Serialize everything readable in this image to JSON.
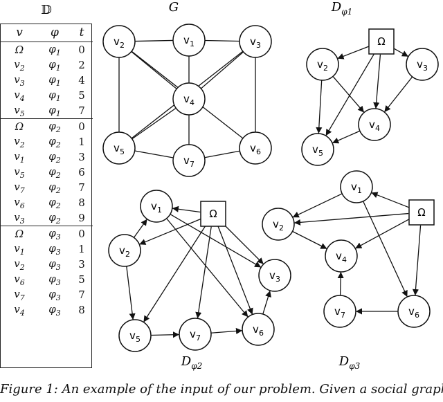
{
  "table": {
    "title": "𝔻",
    "headers": [
      "v",
      "φ",
      "t"
    ],
    "groups": [
      [
        [
          "Ω",
          "φ1",
          "0"
        ],
        [
          "v2",
          "φ1",
          "2"
        ],
        [
          "v3",
          "φ1",
          "4"
        ],
        [
          "v4",
          "φ1",
          "5"
        ],
        [
          "v5",
          "φ1",
          "7"
        ]
      ],
      [
        [
          "Ω",
          "φ2",
          "0"
        ],
        [
          "v2",
          "φ2",
          "1"
        ],
        [
          "v1",
          "φ2",
          "3"
        ],
        [
          "v5",
          "φ2",
          "6"
        ],
        [
          "v7",
          "φ2",
          "7"
        ],
        [
          "v6",
          "φ2",
          "8"
        ],
        [
          "v3",
          "φ2",
          "9"
        ]
      ],
      [
        [
          "Ω",
          "φ3",
          "0"
        ],
        [
          "v1",
          "φ3",
          "1"
        ],
        [
          "v2",
          "φ3",
          "3"
        ],
        [
          "v6",
          "φ3",
          "5"
        ],
        [
          "v7",
          "φ3",
          "7"
        ],
        [
          "v4",
          "φ3",
          "8"
        ]
      ]
    ]
  },
  "graphs": {
    "G": {
      "title": "G",
      "nodes": [
        "v2",
        "v1",
        "v3",
        "v4",
        "v5",
        "v7",
        "v6"
      ],
      "edges": [
        [
          "v2",
          "v1"
        ],
        [
          "v1",
          "v3"
        ],
        [
          "v2",
          "v5"
        ],
        [
          "v2",
          "v4"
        ],
        [
          "v2",
          "v6"
        ],
        [
          "v1",
          "v4"
        ],
        [
          "v3",
          "v4"
        ],
        [
          "v3",
          "v6"
        ],
        [
          "v4",
          "v5"
        ],
        [
          "v4",
          "v7"
        ],
        [
          "v5",
          "v7"
        ],
        [
          "v7",
          "v6"
        ],
        [
          "v3",
          "v5"
        ]
      ]
    },
    "D1": {
      "title": "D",
      "title_sub": "φ1",
      "nodes": [
        "Ω",
        "v2",
        "v3",
        "v4",
        "v5"
      ],
      "edges": [
        [
          "Ω",
          "v2"
        ],
        [
          "Ω",
          "v3"
        ],
        [
          "Ω",
          "v4"
        ],
        [
          "Ω",
          "v5"
        ],
        [
          "v2",
          "v4"
        ],
        [
          "v2",
          "v5"
        ],
        [
          "v3",
          "v4"
        ],
        [
          "v4",
          "v5"
        ]
      ]
    },
    "D2": {
      "title": "D",
      "title_sub": "φ2",
      "nodes": [
        "v1",
        "Ω",
        "v2",
        "v3",
        "v5",
        "v7",
        "v6"
      ],
      "edges": [
        [
          "Ω",
          "v1"
        ],
        [
          "Ω",
          "v2"
        ],
        [
          "Ω",
          "v3"
        ],
        [
          "Ω",
          "v5"
        ],
        [
          "Ω",
          "v7"
        ],
        [
          "Ω",
          "v6"
        ],
        [
          "v2",
          "v1"
        ],
        [
          "v2",
          "v5"
        ],
        [
          "v1",
          "v3"
        ],
        [
          "v1",
          "v6"
        ],
        [
          "v5",
          "v7"
        ],
        [
          "v7",
          "v6"
        ],
        [
          "v6",
          "v3"
        ]
      ]
    },
    "D3": {
      "title": "D",
      "title_sub": "φ3",
      "nodes": [
        "v1",
        "v2",
        "Ω",
        "v4",
        "v7",
        "v6"
      ],
      "edges": [
        [
          "Ω",
          "v1"
        ],
        [
          "Ω",
          "v2"
        ],
        [
          "Ω",
          "v4"
        ],
        [
          "Ω",
          "v6"
        ],
        [
          "v1",
          "v2"
        ],
        [
          "v1",
          "v6"
        ],
        [
          "v2",
          "v4"
        ],
        [
          "v6",
          "v7"
        ],
        [
          "v7",
          "v4"
        ]
      ]
    }
  },
  "caption": "Figure 1: An example of the input of our problem. Given a social graph"
}
